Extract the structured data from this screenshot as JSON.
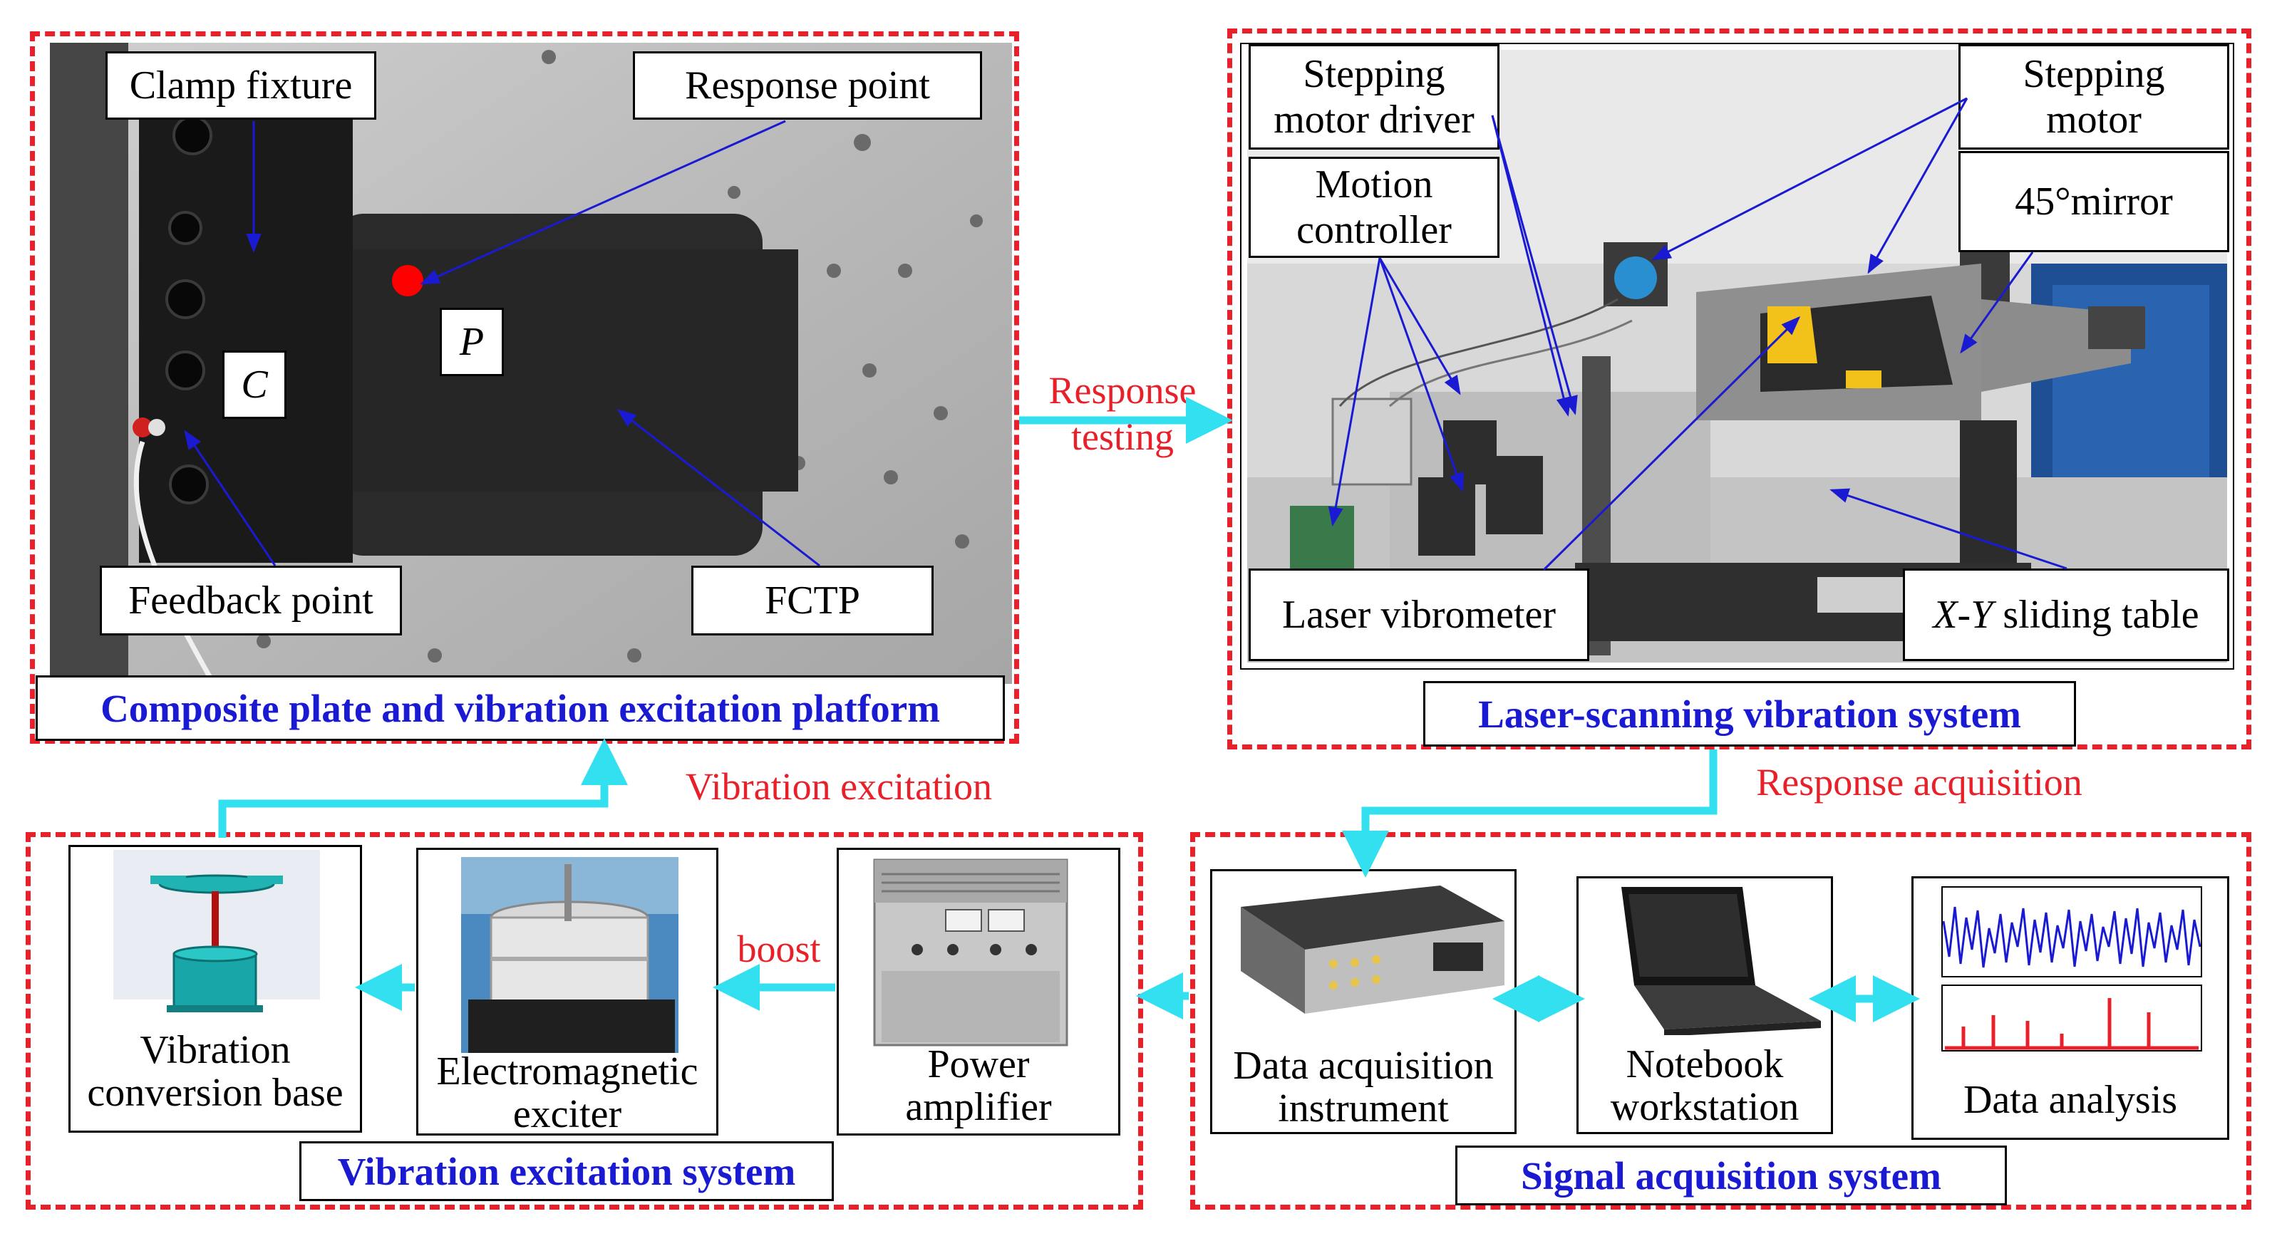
{
  "panels": {
    "composite": {
      "title": "Composite plate and vibration excitation platform",
      "labels": {
        "clamp": "Clamp fixture",
        "response": "Response point",
        "c": "C",
        "p": "P",
        "feedback": "Feedback point",
        "fctp": "FCTP"
      }
    },
    "laser": {
      "title": "Laser-scanning vibration system",
      "labels": {
        "driver": "Stepping\nmotor driver",
        "motor": "Stepping\nmotor",
        "controller": "Motion\ncontroller",
        "mirror": "45°mirror",
        "vibrometer": "Laser vibrometer",
        "sliding_xy": "X-Y",
        "sliding_rest": " sliding table"
      }
    },
    "excitation": {
      "title": "Vibration excitation system",
      "items": {
        "base": "Vibration\nconversion base",
        "exciter": "Electromagnetic\nexciter",
        "amplifier": "Power\namplifier"
      }
    },
    "signal": {
      "title": "Signal acquisition system",
      "items": {
        "daq": "Data acquisition\ninstrument",
        "notebook": "Notebook\nworkstation",
        "analysis": "Data analysis"
      }
    }
  },
  "flows": {
    "response_testing": "Response\ntesting",
    "vibration_excitation": "Vibration excitation",
    "response_acquisition": "Response acquisition",
    "boost": "boost"
  },
  "colors": {
    "dashed_border": "#e8202a",
    "flow_arrow": "#33e0f0",
    "pointer_line": "#1a1ad2",
    "title_text": "#1a1ad2",
    "flow_text": "#e8202a",
    "response_dot": "#ff0000"
  }
}
